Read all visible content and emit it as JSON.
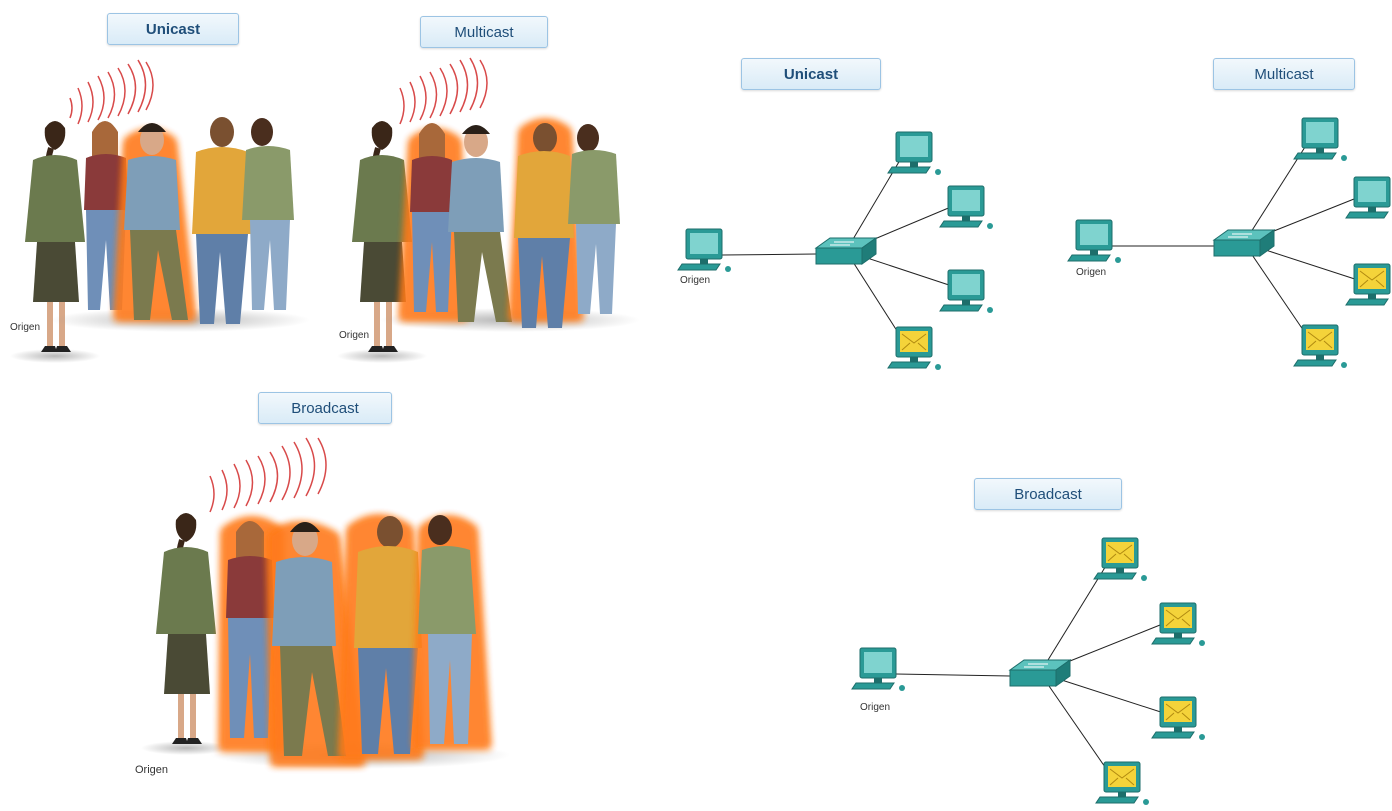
{
  "people": {
    "unicast": {
      "label": "Unicast",
      "source_label": "Origen",
      "recipients": 1,
      "total": 4
    },
    "multicast": {
      "label": "Multicast",
      "source_label": "Origen",
      "recipients": 2,
      "total": 4
    },
    "broadcast": {
      "label": "Broadcast",
      "source_label": "Origen",
      "recipients": 4,
      "total": 4
    }
  },
  "network": {
    "unicast": {
      "label": "Unicast",
      "source_label": "Origen",
      "mail_hosts": [
        3
      ]
    },
    "multicast": {
      "label": "Multicast",
      "source_label": "Origen",
      "mail_hosts": [
        2,
        3
      ]
    },
    "broadcast": {
      "label": "Broadcast",
      "source_label": "Origen",
      "mail_hosts": [
        0,
        1,
        2,
        3
      ]
    }
  },
  "colors": {
    "label_text": "#1f4e79",
    "pc_teal": "#2a9a96",
    "screen_teal": "#7fd3cf",
    "mail_yellow": "#f4d33a",
    "highlight_glow": "#ff7a1a",
    "sound_waves": "#d84a4a"
  }
}
